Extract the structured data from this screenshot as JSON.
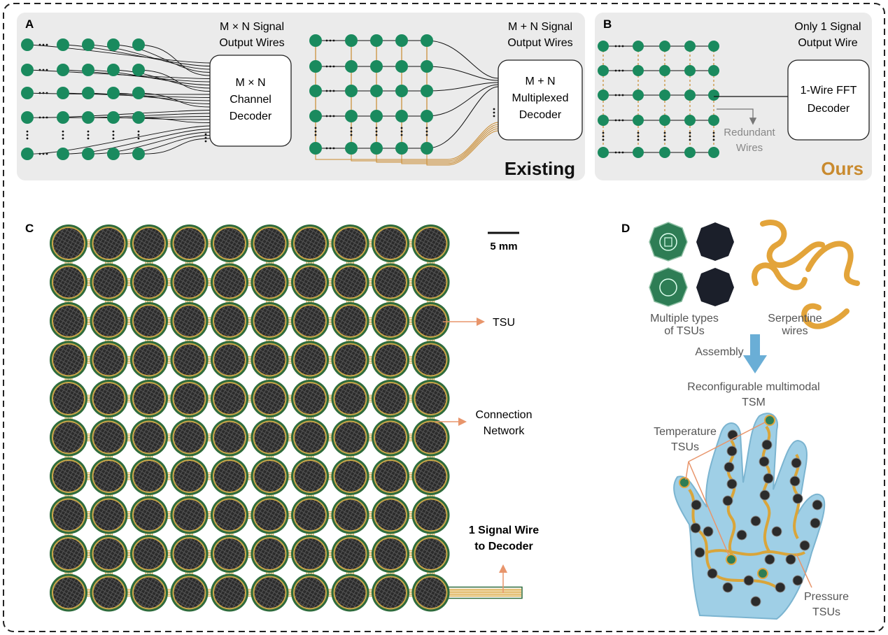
{
  "colors": {
    "node": "#1a8a5e",
    "wire_black": "#111111",
    "wire_gold": "#c98a2e",
    "panel_bg": "#ebebeb",
    "board_green": "#2e6b3c",
    "trace_gold": "#d9a53a",
    "pad_dark": "#2a2a2a",
    "accent_orange": "#e8956b",
    "ours_gold": "#c98a2e",
    "assembly_arrow": "#6aaed6",
    "glove_blue": "#9fcfe6"
  },
  "panel_a": {
    "label": "A",
    "left_title_line1": "M × N Signal",
    "left_title_line2": "Output Wires",
    "left_decoder_line1": "M × N",
    "left_decoder_line2": "Channel",
    "left_decoder_line3": "Decoder",
    "right_title_line1": "M + N Signal",
    "right_title_line2": "Output Wires",
    "right_decoder_line1": "M + N",
    "right_decoder_line2": "Multiplexed",
    "right_decoder_line3": "Decoder",
    "tag": "Existing"
  },
  "panel_b": {
    "label": "B",
    "title_line1": "Only 1 Signal",
    "title_line2": "Output Wire",
    "decoder_line1": "1-Wire FFT",
    "decoder_line2": "Decoder",
    "redundant_line1": "Redundant",
    "redundant_line2": "Wires",
    "tag": "Ours"
  },
  "panel_c": {
    "label": "C",
    "scale": "5 mm",
    "tsu": "TSU",
    "connection_line1": "Connection",
    "connection_line2": "Network",
    "signal_line1": "1 Signal Wire",
    "signal_line2": "to Decoder"
  },
  "panel_d": {
    "label": "D",
    "types_line1": "Multiple types",
    "types_line2": "of TSUs",
    "serp_line1": "Serpentine",
    "serp_line2": "wires",
    "assembly": "Assembly",
    "reconfig_line1": "Reconfigurable multimodal",
    "reconfig_line2": "TSM",
    "temp_line1": "Temperature",
    "temp_line2": "TSUs",
    "pressure_line1": "Pressure",
    "pressure_line2": "TSUs"
  }
}
